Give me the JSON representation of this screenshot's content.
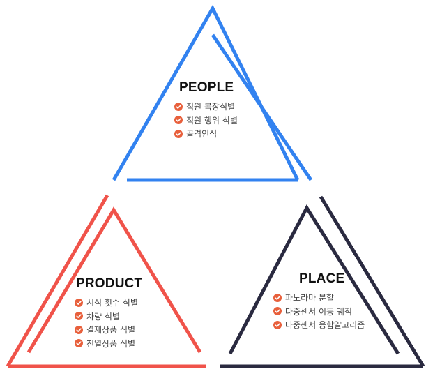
{
  "colors": {
    "people": "#3282F0",
    "product": "#F0534A",
    "place": "#2A2A40",
    "check": "#E8603C"
  },
  "icon": "check-circle-icon",
  "people": {
    "title": "PEOPLE",
    "items": [
      "직원 복장식별",
      "직원 행위 식별",
      "골격인식"
    ]
  },
  "product": {
    "title": "PRODUCT",
    "items": [
      "시식 횟수 식별",
      "차량 식별",
      "결제상품 식별",
      "진열상품 식별"
    ]
  },
  "place": {
    "title": "PLACE",
    "items": [
      "파노라마 분할",
      "다중센서 이동 궤적",
      "다중센서 융합알고리즘"
    ]
  }
}
